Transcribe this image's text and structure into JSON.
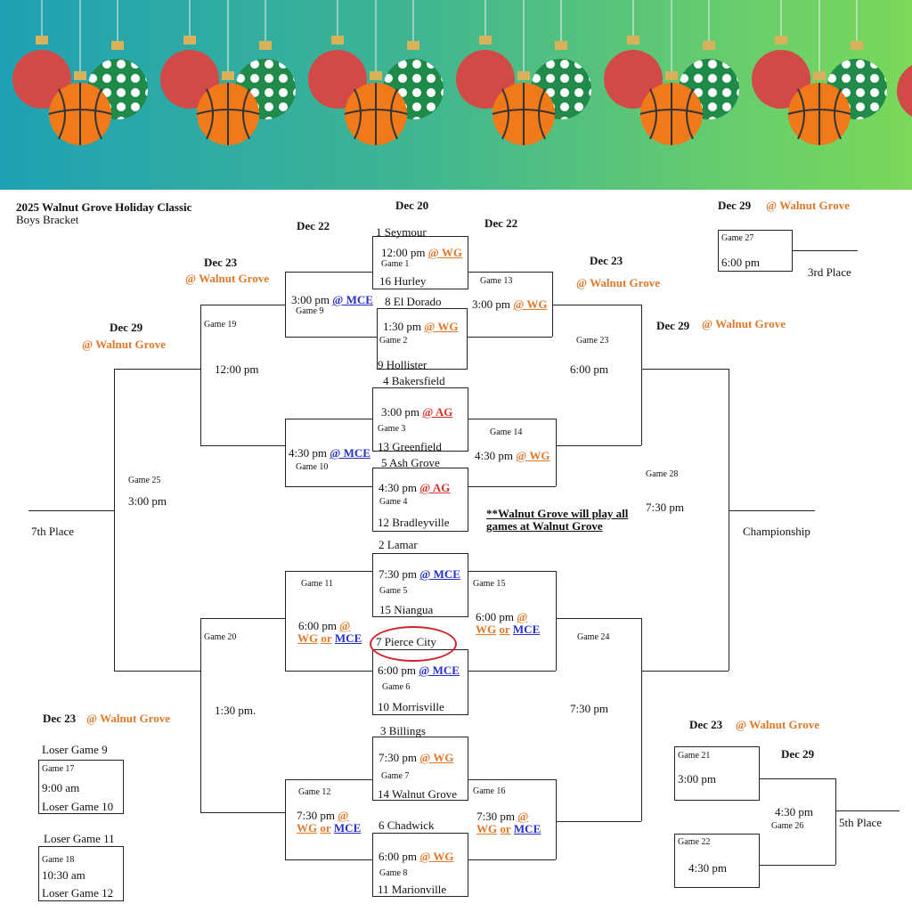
{
  "header": {
    "title": "2025 Walnut Grove Holiday Classic",
    "subtitle": "Boys Bracket",
    "note": "**Walnut Grove will play all games at Walnut Grove"
  },
  "colors": {
    "orange": "#e0782a",
    "blue": "#2430c8",
    "red": "#d8312a"
  },
  "dates": {
    "dec20": "Dec 20",
    "dec22": "Dec 22",
    "dec23": "Dec 23",
    "dec29": "Dec 29",
    "at_wg": "@ Walnut Grove"
  },
  "seeds": {
    "s1": "1 Seymour",
    "s16": "16 Hurley",
    "s8": "8 El Dorado",
    "s9": "9 Hollister",
    "s4": "4 Bakersfield",
    "s13": "13 Greenfield",
    "s5": "5  Ash Grove",
    "s12": "12 Bradleyville",
    "s2": "2 Lamar",
    "s15": "15 Niangua",
    "s7": "7 Pierce City",
    "s10": "10 Morrisville",
    "s3": "3 Billings",
    "s14": "14 Walnut Grove",
    "s6": "6  Chadwick",
    "s11": "11 Marionville"
  },
  "games": {
    "g1": {
      "label": "Game 1",
      "time": "12:00 pm",
      "site": "@ WG"
    },
    "g2": {
      "label": "Game 2",
      "time": "1:30 pm",
      "site": "@ WG"
    },
    "g3": {
      "label": "Game 3",
      "time": "3:00 pm",
      "site": "@ AG"
    },
    "g4": {
      "label": "Game 4",
      "time": "4:30 pm",
      "site": "@ AG"
    },
    "g5": {
      "label": "Game 5",
      "time": "7:30 pm",
      "site": "@ MCE"
    },
    "g6": {
      "label": "Game 6",
      "time": "6:00 pm",
      "site": "@ MCE"
    },
    "g7": {
      "label": "Game 7",
      "time": "7:30 pm",
      "site": "@ WG"
    },
    "g8": {
      "label": "Game 8",
      "time": "6:00 pm",
      "site": "@ WG"
    },
    "g9": {
      "label": "Game 9",
      "time": "3:00 pm",
      "site": "@ MCE"
    },
    "g10": {
      "label": "Game 10",
      "time": "4:30 pm",
      "site": "@ MCE"
    },
    "g11": {
      "label": "Game 11",
      "time": "6:00 pm",
      "site_a": "@",
      "site_b": "WG",
      "site_or": "or",
      "site_c": "MCE"
    },
    "g12": {
      "label": "Game 12",
      "time": "7:30 pm",
      "site_a": "@",
      "site_b": "WG",
      "site_or": "or",
      "site_c": "MCE"
    },
    "g13": {
      "label": "Game 13",
      "time": "3:00 pm",
      "site": "@ WG"
    },
    "g14": {
      "label": "Game 14",
      "time": "4:30 pm",
      "site": "@ WG"
    },
    "g15": {
      "label": "Game 15",
      "time": "6:00 pm",
      "site_a": "@",
      "site_b": "WG",
      "site_or": "or",
      "site_c": "MCE"
    },
    "g16": {
      "label": "Game 16",
      "time": "7:30 pm",
      "site_a": "@",
      "site_b": "WG",
      "site_or": "or",
      "site_c": "MCE"
    },
    "g17": {
      "label": "Game 17",
      "time": "9:00 am",
      "top": "Loser Game 9",
      "bottom": "Loser Game 10"
    },
    "g18": {
      "label": "Game 18",
      "time": "10:30 am",
      "top": "Loser Game 11",
      "bottom": "Loser Game 12"
    },
    "g19": {
      "label": "Game 19",
      "time": "12:00 pm"
    },
    "g20": {
      "label": "Game 20",
      "time": "1:30 pm."
    },
    "g21": {
      "label": "Game 21",
      "time": "3:00  pm"
    },
    "g22": {
      "label": "Game 22",
      "time": "4:30 pm"
    },
    "g23": {
      "label": "Game  23",
      "time": "6:00  pm"
    },
    "g24": {
      "label": "Game 24",
      "time": "7:30  pm"
    },
    "g25": {
      "label": "Game 25",
      "time": "3:00 pm"
    },
    "g26": {
      "label": "Game 26",
      "time": "4:30 pm"
    },
    "g27": {
      "label": "Game 27",
      "time": "6:00 pm"
    },
    "g28": {
      "label": "Game 28",
      "time": "7:30 pm"
    }
  },
  "places": {
    "seventh": "7th Place",
    "championship": "Championship",
    "third": "3rd Place",
    "fifth": "5th Place"
  }
}
